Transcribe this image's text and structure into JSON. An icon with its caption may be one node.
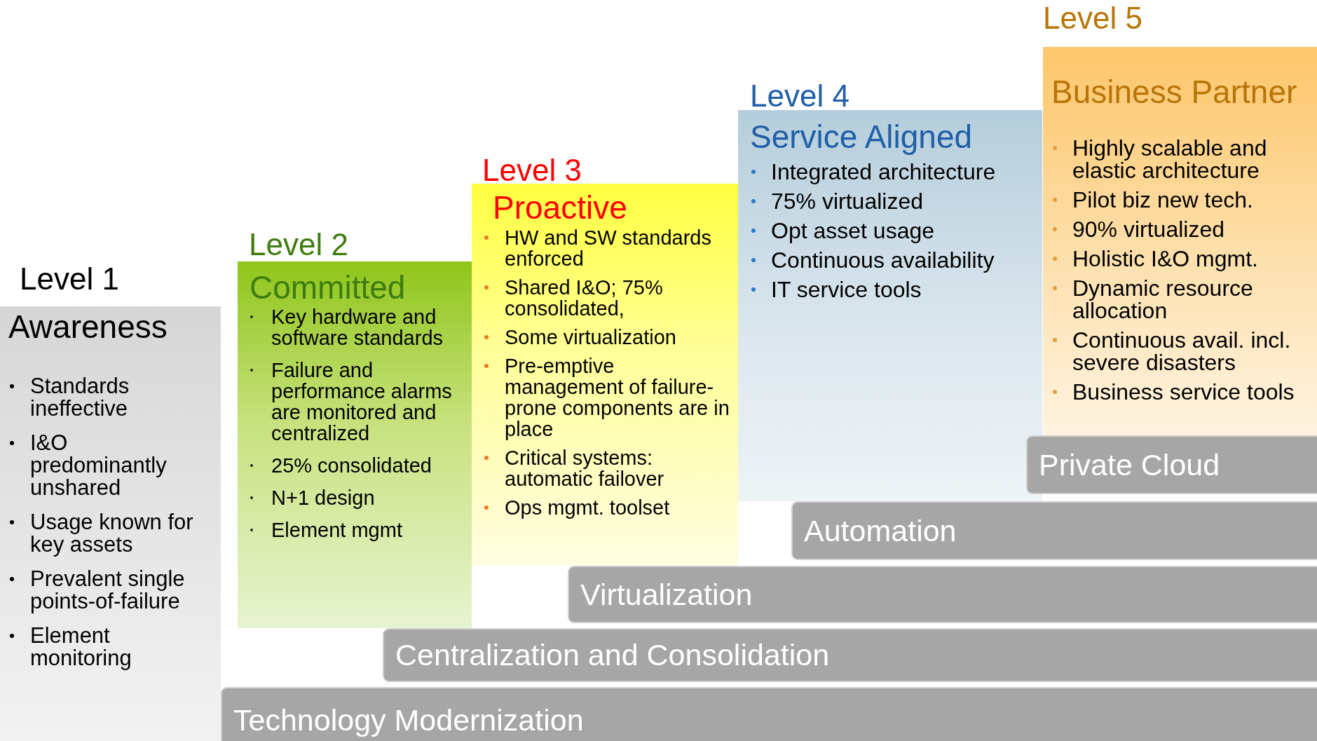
{
  "diagram": {
    "nodes": [
      {
        "text": [
          "Level 1",
          "Awareness",
          "Standards ineffective",
          "I&O predominantly unshared",
          "Usage known for key assets",
          "Prevalent single points-of-failure",
          "Element monitoring"
        ]
      },
      {
        "text": [
          "Level 2",
          "Committed",
          "Key hardware and software standards",
          "Failure and performance alarms are monitored and centralized",
          "25% consolidated",
          "N+1 design",
          "Element mgmt"
        ]
      },
      {
        "text": [
          "Level 3",
          "Proactive",
          "HW and SW standards enforced",
          "Shared I&O; 75% consolidated,",
          "Some virtualization",
          "Pre-emptive management of failure-prone components are in place",
          "Critical systems: automatic failover",
          "Ops mgmt. toolset"
        ]
      },
      {
        "text": [
          "Level 4",
          "Service Aligned",
          "Integrated architecture",
          "75% virtualized",
          "Opt asset usage",
          "Continuous availability",
          "IT service tools"
        ]
      },
      {
        "text": [
          "Level 5",
          "Business Partner",
          "Highly scalable and elastic architecture",
          "Pilot biz new tech.",
          "90% virtualized",
          "Holistic I&O mgmt.",
          "Dynamic resource allocation",
          "Continuous avail. incl. severe disasters",
          "Business service tools"
        ]
      },
      {
        "text": [
          "Private Cloud"
        ]
      },
      {
        "text": [
          "Automation"
        ]
      },
      {
        "text": [
          "Virtualization"
        ]
      },
      {
        "text": [
          "Centralization and Consolidation"
        ]
      },
      {
        "text": [
          "Technology Modernization"
        ]
      }
    ]
  }
}
